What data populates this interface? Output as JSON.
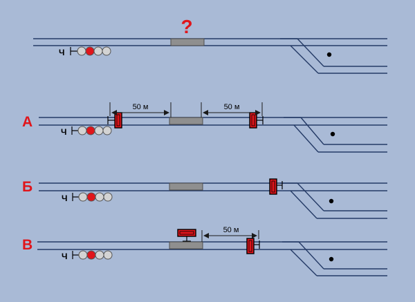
{
  "question_mark": "?",
  "signal_label": "Ч",
  "colors": {
    "background": "#a9bad6",
    "track": "#243a66",
    "accent_red": "#e0151b",
    "track_block": "#8f8f8f",
    "lamp_idle": "#d3d3d3"
  },
  "scenarios": [
    {
      "label": "",
      "distance_left": "",
      "distance_right": ""
    },
    {
      "label": "А",
      "distance_left": "50 м",
      "distance_right": "50 м"
    },
    {
      "label": "Б",
      "distance_left": "",
      "distance_right": ""
    },
    {
      "label": "В",
      "distance_left": "",
      "distance_right": "50 м"
    }
  ]
}
